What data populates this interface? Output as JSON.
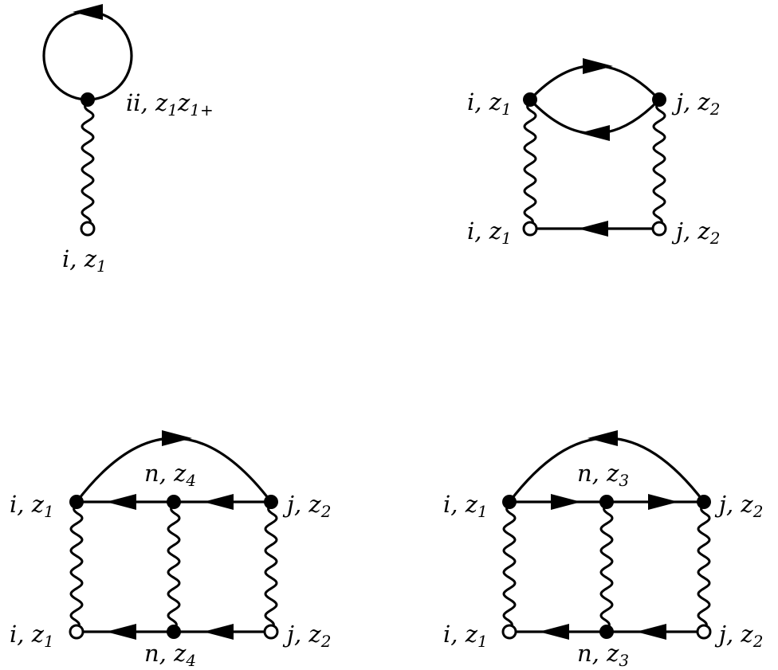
{
  "diagrams": {
    "d1": {
      "vertex_label": [
        "ii, z",
        "1",
        "z",
        "1+"
      ],
      "open_label": [
        "i, z",
        "1"
      ]
    },
    "d2": {
      "top_left": [
        "i, z",
        "1"
      ],
      "top_right": [
        "j, z",
        "2"
      ],
      "bottom_left": [
        "i, z",
        "1"
      ],
      "bottom_right": [
        "j, z",
        "2"
      ]
    },
    "d3": {
      "top_left": [
        "i, z",
        "1"
      ],
      "top_mid": [
        "n, z",
        "4"
      ],
      "top_right": [
        "j, z",
        "2"
      ],
      "bottom_left": [
        "i, z",
        "1"
      ],
      "bottom_mid": [
        "n, z",
        "4"
      ],
      "bottom_right": [
        "j, z",
        "2"
      ]
    },
    "d4": {
      "top_left": [
        "i, z",
        "1"
      ],
      "top_mid": [
        "n, z",
        "3"
      ],
      "top_right": [
        "j, z",
        "2"
      ],
      "bottom_left": [
        "i, z",
        "1"
      ],
      "bottom_mid": [
        "n, z",
        "3"
      ],
      "bottom_right": [
        "j, z",
        "2"
      ]
    }
  }
}
